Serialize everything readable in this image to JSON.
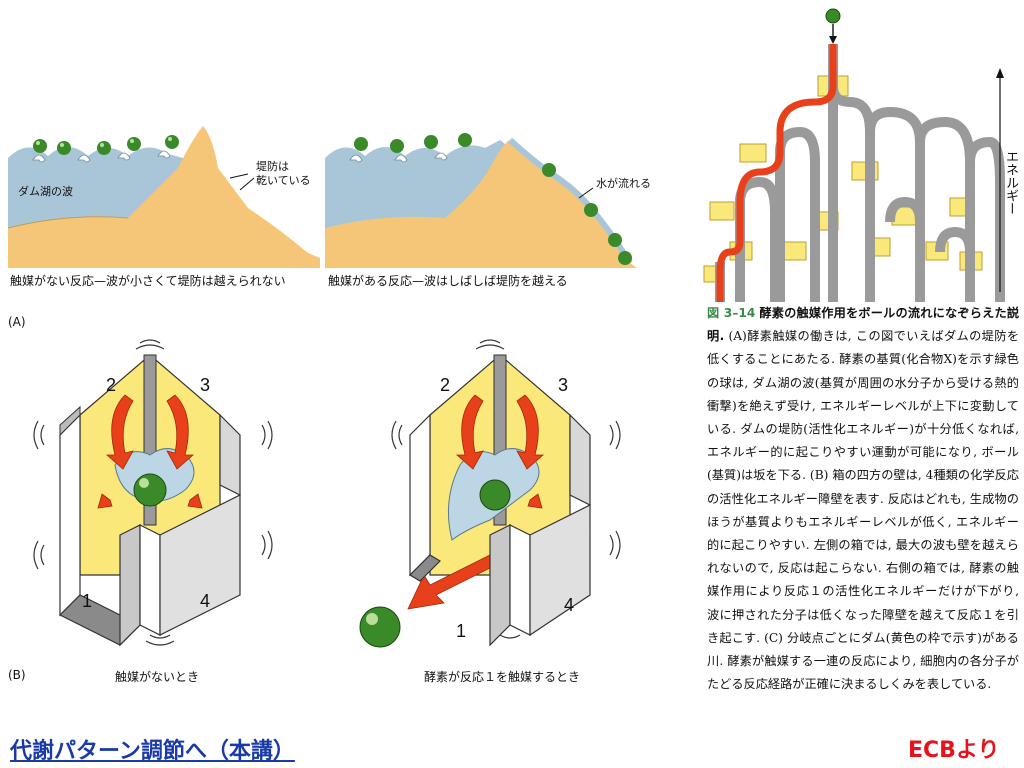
{
  "figure_a": {
    "left_panel": {
      "wave_label": "ダム湖の波",
      "dam_label_line1": "堤防は",
      "dam_label_line2": "乾いている",
      "caption": "触媒がない反応—波が小さくて堤防は越えられない"
    },
    "right_panel": {
      "flow_label": "水が流れる",
      "caption": "触媒がある反応—波はしばしば堤防を越える"
    },
    "panel_letter": "(A)"
  },
  "figure_b": {
    "panel_letter": "(B)",
    "left_box": {
      "numbers": [
        "2",
        "3",
        "1",
        "4"
      ],
      "caption": "触媒がないとき"
    },
    "right_box": {
      "numbers": [
        "2",
        "3",
        "1",
        "4"
      ],
      "caption": "酵素が反応１を触媒するとき"
    }
  },
  "figure_c": {
    "energy_axis_label": "エネルギー"
  },
  "caption_text": {
    "fig_number": "図 3–14",
    "fig_title": "酵素の触媒作用をボールの流れになぞらえた説明.",
    "body": "(A)酵素触媒の働きは, この図でいえばダムの堤防を低くすることにあたる. 酵素の基質(化合物X)を示す緑色の球は, ダム湖の波(基質が周囲の水分子から受ける熱的衝撃)を絶えず受け, エネルギーレベルが上下に変動している. ダムの堤防(活性化エネルギー)が十分低くなれば, エネルギー的に起こりやすい運動が可能になり, ボール(基質)は坂を下る. (B) 箱の四方の壁は, 4種類の化学反応の活性化エネルギー障壁を表す. 反応はどれも, 生成物のほうが基質よりもエネルギーレベルが低く, エネルギー的に起こりやすい. 左側の箱では, 最大の波も壁を越えられないので, 反応は起こらない. 右側の箱では, 酵素の触媒作用により反応１の活性化エネルギーだけが下がり, 波に押された分子は低くなった障壁を越えて反応１を引き起こす. (C) 分岐点ごとにダム(黄色の枠で示す)がある川. 酵素が触媒する一連の反応により, 細胞内の各分子がたどる反応経路が正確に決まるしくみを表している."
  },
  "link": {
    "label": "代謝パターン調節へ（本講）"
  },
  "source_note": "ECBより",
  "colors": {
    "sand": "#f5c678",
    "water": "#a9c6d8",
    "ball": "#3a8a2a",
    "red_arrow": "#e8401a",
    "yellow": "#fbe87a",
    "gray_wall": "#9a9a9a",
    "link_blue": "#1a3aa8",
    "ecb_red": "#e8121a"
  }
}
